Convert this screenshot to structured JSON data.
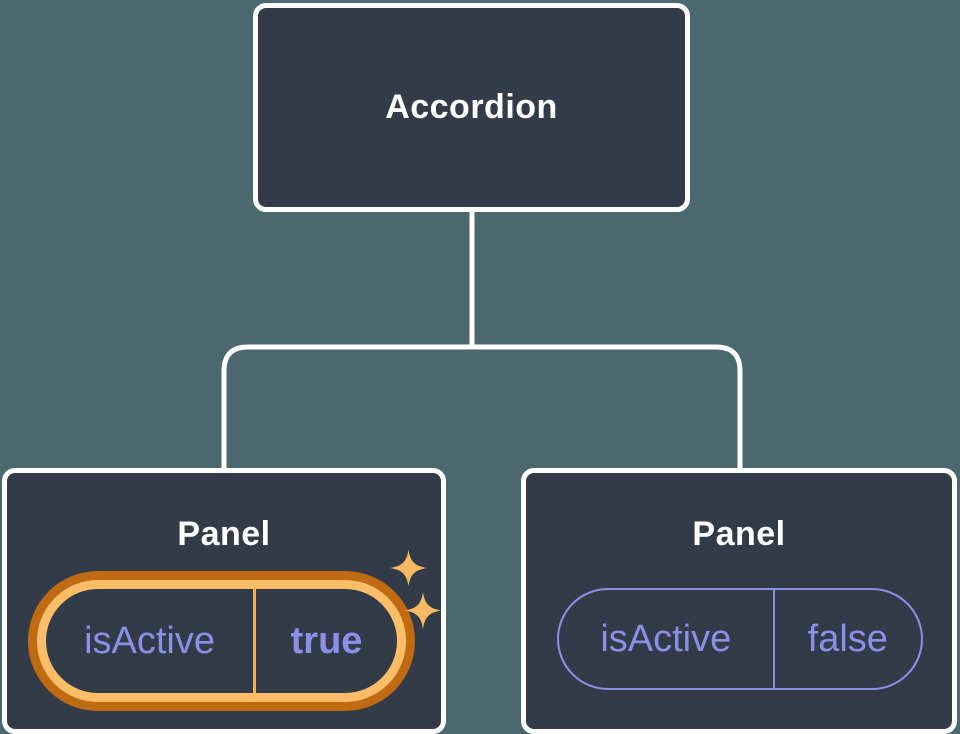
{
  "tree": {
    "root": {
      "label": "Accordion"
    },
    "panels": [
      {
        "title": "Panel",
        "prop_name": "isActive",
        "prop_value": "true",
        "state": "active",
        "highlighted": true
      },
      {
        "title": "Panel",
        "prop_name": "isActive",
        "prop_value": "false",
        "state": "inactive",
        "highlighted": false
      }
    ]
  },
  "icons": [
    {
      "name": "sparkle-icon-large",
      "meaning": "state-change highlight sparkle"
    },
    {
      "name": "sparkle-icon-small",
      "meaning": "state-change highlight sparkle"
    }
  ],
  "colors": {
    "background": "#4c686f",
    "node_fill": "#343b48",
    "node_border": "#ffffff",
    "text_primary": "#ffffff",
    "prop_text": "#8a90e8",
    "highlight_ring_outer": "#c06a12",
    "highlight_ring_inner": "#fbbd68",
    "highlight_divider": "#f3ae58",
    "sparkle": "#f7ba62"
  }
}
